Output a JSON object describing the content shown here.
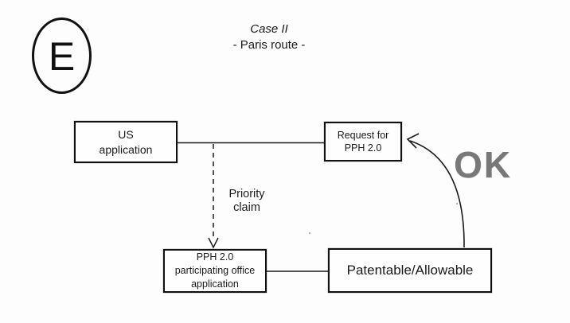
{
  "figure": {
    "badge_letter": "E"
  },
  "title": {
    "line1": "Case II",
    "line2": "- Paris route -"
  },
  "nodes": {
    "us_application": {
      "label": "US\napplication"
    },
    "request_pph": {
      "label": "Request for\nPPH 2.0"
    },
    "pph_participating_office": {
      "label": "PPH 2.0\nparticipating office\napplication"
    },
    "patentable_allowable": {
      "label": "Patentable/Allowable"
    }
  },
  "labels": {
    "priority_claim": "Priority\nclaim",
    "ok": "OK"
  },
  "connectors": {
    "us_to_request": "solid line",
    "priority_claim_arrow": "dashed arrow down",
    "pph_to_patentable": "solid line",
    "patentable_to_request": "curved arrow"
  },
  "colors": {
    "ink": "#1a1a1a",
    "box_border": "#111111",
    "ok_gray": "#787878",
    "background": "#fdfdfd"
  }
}
